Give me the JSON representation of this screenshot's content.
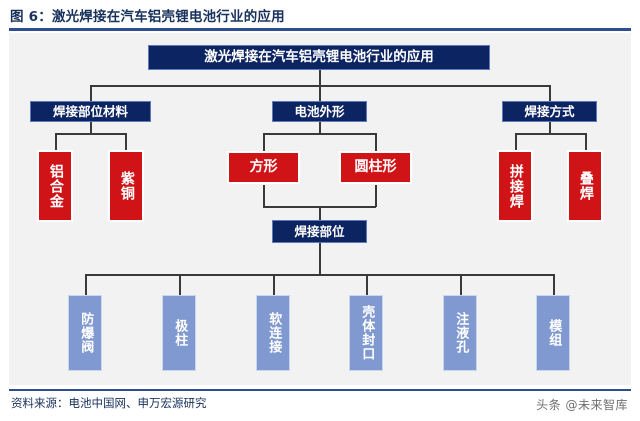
{
  "header": {
    "figure_label": "图 6：激光焊接在汽车铝壳锂电池行业的应用"
  },
  "footer": {
    "source": "资料来源：电池中国网、申万宏源研究",
    "watermark": "头条 @未来智库"
  },
  "colors": {
    "navy": "#0d2462",
    "red": "#cf1317",
    "light_blue": "#8099d1",
    "rule": "#2e4f8f",
    "canvas": "#f2f2f2",
    "line": "#3a3a3a"
  },
  "diagram": {
    "type": "hierarchy-tree",
    "root": {
      "label": "激光焊接在汽车铝壳锂电池行业的应用",
      "style": "navy"
    },
    "level2": [
      {
        "label": "焊接部位材料",
        "style": "navy"
      },
      {
        "label": "电池外形",
        "style": "navy"
      },
      {
        "label": "焊接方式",
        "style": "navy"
      }
    ],
    "materials": [
      {
        "label": "铝合金",
        "style": "red-vertical"
      },
      {
        "label": "紫铜",
        "style": "red-vertical"
      }
    ],
    "shapes": [
      {
        "label": "方形",
        "style": "red-horizontal"
      },
      {
        "label": "圆柱形",
        "style": "red-horizontal"
      }
    ],
    "methods": [
      {
        "label": "拼接焊",
        "style": "red-vertical"
      },
      {
        "label": "叠焊",
        "style": "red-vertical"
      }
    ],
    "weld_area": {
      "label": "焊接部位",
      "style": "navy"
    },
    "weld_parts": [
      {
        "label": "防爆阀",
        "style": "light-blue-vertical"
      },
      {
        "label": "极柱",
        "style": "light-blue-vertical"
      },
      {
        "label": "软连接",
        "style": "light-blue-vertical"
      },
      {
        "label": "壳体封口",
        "style": "light-blue-vertical"
      },
      {
        "label": "注液孔",
        "style": "light-blue-vertical"
      },
      {
        "label": "模组",
        "style": "light-blue-vertical"
      }
    ]
  }
}
